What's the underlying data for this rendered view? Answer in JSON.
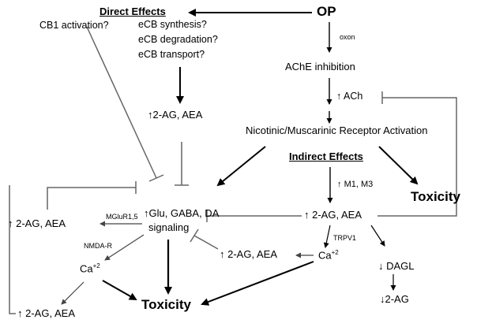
{
  "nodes": {
    "op": "OP",
    "direct_effects": "Direct Effects",
    "cb1_activation": "CB1 activation?",
    "ecb_synthesis": "eCB synthesis?",
    "ecb_degradation": "eCB degradation?",
    "ecb_transport": "eCB transport?",
    "oxon": "oxon",
    "ache_inhibition": "AChE inhibition",
    "ach": "ACh",
    "ag_aea_direct": "2-AG, AEA",
    "receptor_activation": "Nicotinic/Muscarinic Receptor Activation",
    "indirect_effects": "Indirect Effects",
    "m1_m3": "M1, M3",
    "toxicity_right": "Toxicity",
    "ag_aea_left": "2-AG, AEA",
    "mglur": "MGluR1,5",
    "glu_gaba_da": "Glu, GABA, DA",
    "signaling": "signaling",
    "ag_aea_center": "2-AG, AEA",
    "nmda_r": "NMDA-R",
    "trpv1": "TRPV1",
    "ca_right": "Ca",
    "ca_right_sup": "+2",
    "ag_aea_mid": "2-AG, AEA",
    "dagl": "DAGL",
    "ca_left": "Ca",
    "ca_left_sup": "+2",
    "ag_bottom": "2-AG",
    "toxicity_bottom": "Toxicity",
    "ag_aea_bottom_left": "2-AG, AEA"
  },
  "symbols": {
    "up": "↑",
    "down": "↓"
  }
}
